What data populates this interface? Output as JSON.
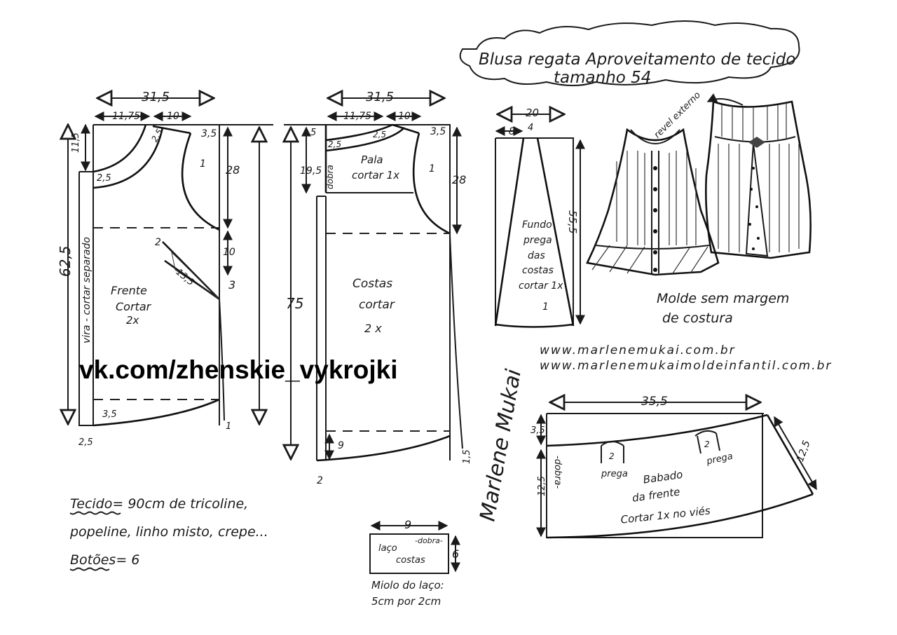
{
  "title": {
    "line1": "Blusa regata Aproveitamento de tecido",
    "line2": "tamanho 54"
  },
  "front": {
    "width_total": "31,5",
    "neck_width": "11,75",
    "shoulder": "10",
    "shoulder_drop": "3,5",
    "neck_depth": "11,5",
    "facing_neck": "2,5",
    "facing_shoulder": "2,5",
    "armhole": "1",
    "armhole_depth": "28",
    "length": "62,5",
    "dart_gap": "10",
    "dart_width": "2",
    "dart_length": "13,5",
    "dart_point": "3",
    "label1": "Frente",
    "label2": "Cortar",
    "label3": "2x",
    "facing_label": "vira - cortar separado",
    "hem": "3,5",
    "hem_ext": "2,5",
    "hem_side": "1"
  },
  "back": {
    "width_total": "31,5",
    "neck_width": "11,75",
    "shoulder": "10",
    "neck_drop": "5",
    "shoulder_drop": "3,5",
    "yoke_depth": "19,5",
    "facing_neck": "2,5",
    "facing_shoulder": "2,5",
    "yoke_label1": "Pala",
    "yoke_label2": "cortar 1x",
    "fold": "dobra",
    "armhole": "1",
    "armhole_depth": "28",
    "length": "75",
    "label1": "Costas",
    "label2": "cortar",
    "label3": "2 x",
    "hem": "9",
    "hem_ext": "2",
    "hem_side": "1,5"
  },
  "pleat": {
    "width": "20",
    "left": "8",
    "mid": "4",
    "length": "55,5",
    "label": [
      "Fundo",
      "prega",
      "das",
      "costas",
      "cortar 1x"
    ],
    "hem_mark": "1"
  },
  "illustration": {
    "facing_note": "revel externo"
  },
  "note": {
    "line1": "Molde sem margem",
    "line2": "de costura"
  },
  "links": [
    "www.marlenemukai.com.br",
    "www.marlenemukaimoldeinfantil.com.br"
  ],
  "watermark": "vk.com/zhenskie_vykrojki",
  "signature": "Marlene Mukai",
  "ruffle": {
    "width": "35,5",
    "top": "3,5",
    "height": "12,5",
    "side": "12,5",
    "fold": "-dobra-",
    "pleat_size": "2",
    "pleat_label": "prega",
    "label1": "Babado",
    "label2": "da frente",
    "label3": "Cortar 1x no viés"
  },
  "bow": {
    "width": "9",
    "height": "6",
    "fold": "-dobra-",
    "label1": "laço",
    "label2": "costas",
    "center1": "Miolo do laço:",
    "center2": "5cm por 2cm"
  },
  "fabric": {
    "line1": "Tecido= 90cm de tricoline,",
    "line2": "popeline, linho misto, crepe...",
    "buttons": "Botões= 6"
  }
}
